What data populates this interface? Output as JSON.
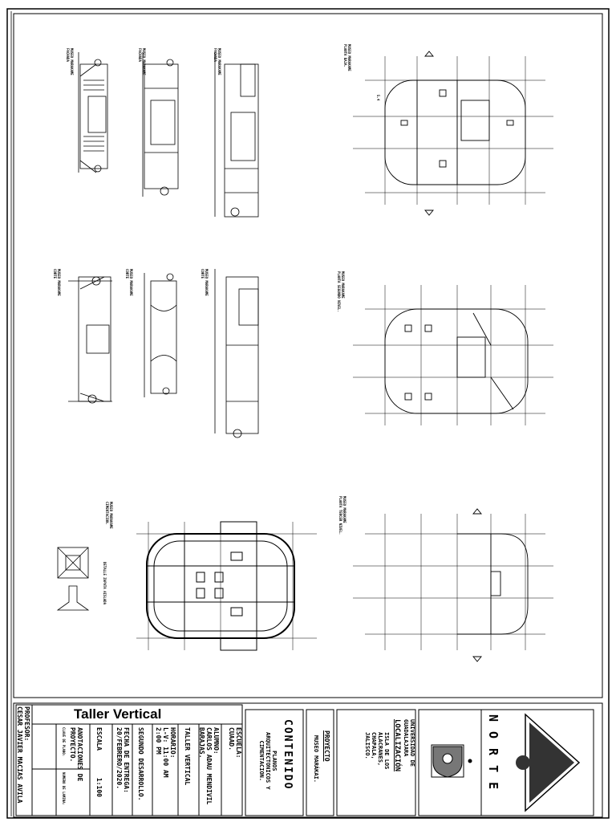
{
  "title_block": {
    "course_title": "Taller Vertical",
    "professor_label": "PROFESOR:",
    "professor_name": "CESAR JAVIER MACIAS AVILA",
    "school_label": "ESCUELA:",
    "school_value": "CUAAD.",
    "student_label": "ALUMNO:",
    "student_name_1": "CARLOS ADAU MENDIVIL",
    "student_name_2": "BARAJAS.",
    "workshop": "TALLER VERTICAL",
    "schedule_label": "HORARIO:",
    "schedule_1": "L-V: 11:00 AM",
    "schedule_2": "2:00 PM",
    "stage": "SEGUNDO DESARROLLO.",
    "delivery_label": "FECHA DE ENTREGA:",
    "delivery_date": "20/FEBRERO/2020.",
    "scale_label": "ESCALA",
    "scale_value": "1:100",
    "notes_label_1": "ANOTACIONES DE",
    "notes_label_2": "PROYECTO.",
    "key_label": "CLAVE DE PLANO:",
    "number_label": "NUMERO DE LAMINA:",
    "contents_heading": "CONTENIDO",
    "contents_1": "PLANOS",
    "contents_2": "ARQUITECTONICOS Y",
    "contents_3": "CIMENTACION.",
    "project_heading": "PROYECTO",
    "project_name": "MUSEO MARÁKAI.",
    "location_heading": "LOCALIZACIÓN",
    "location_1": "ISLA DE LOS",
    "location_2": "ALACRANES,",
    "location_3": "CHAPALA,",
    "location_4": "JALISCO.",
    "university_1": "UNIVERSIDAD DE",
    "university_2": "GUADALAJARA",
    "north_label": "NORTE"
  },
  "drawings": {
    "plan_ground": {
      "title_1": "MUSEO MARAKAME",
      "title_2": "PLANTA BAJA."
    },
    "plan_upper": {
      "title_1": "MUSEO MARAKAME",
      "title_2": "PLANTA SEGUNDO NIVEL."
    },
    "plan_third": {
      "title_1": "MUSEO MARAKAME",
      "title_2": "PLANTA TERCER NIVEL."
    },
    "plan_foundation": {
      "title_1": "MUSEO MARAKAME",
      "title_2": "CIMENTACION."
    },
    "footing_detail": {
      "title": "DETALLE ZAPATA AISLADA"
    },
    "elevation_1": {
      "title_1": "MUSEO MARAKAME",
      "title_2": "FACHADA"
    },
    "elevation_2": {
      "title_1": "MUSEO MARAKAME",
      "title_2": "FACHADA"
    },
    "elevation_3": {
      "title_1": "MUSEO MARAKAME",
      "title_2": "FACHADA"
    },
    "section_1": {
      "title_1": "MUSEO MARAKAME",
      "title_2": "CORTE"
    },
    "section_2": {
      "title_1": "MUSEO MARAKAME",
      "title_2": "CORTE"
    },
    "section_3": {
      "title_1": "MUSEO MARAKAME",
      "title_2": "CORTE"
    },
    "dimension_label": "5.4"
  }
}
